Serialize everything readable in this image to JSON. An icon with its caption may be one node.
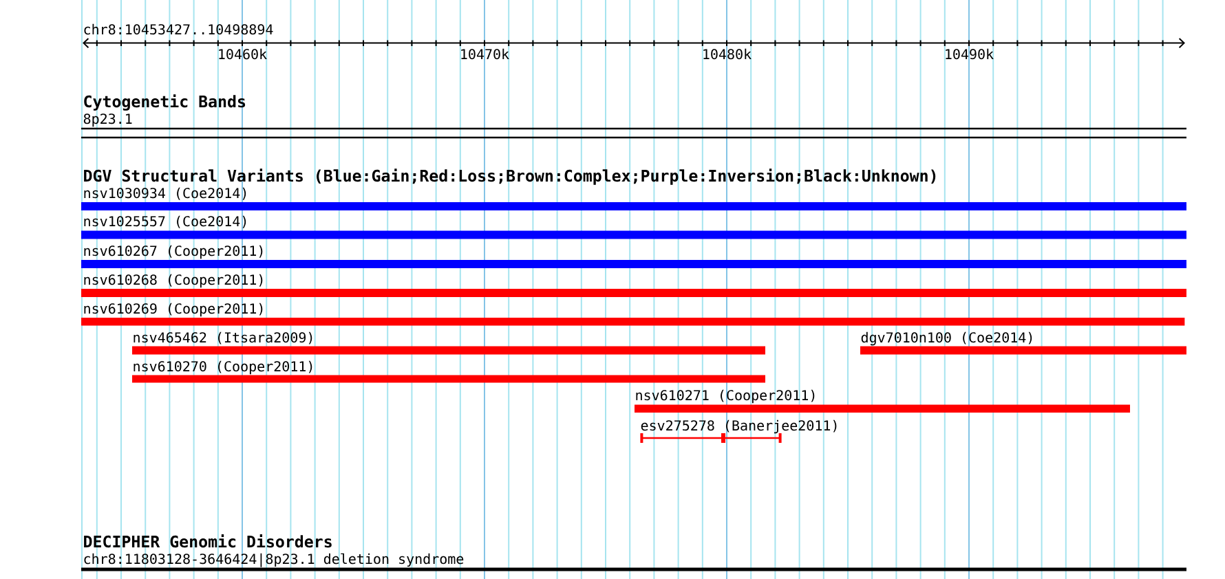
{
  "diagram": {
    "nodes": [
      {
        "text": [
          "8p23.1"
        ]
      },
      {
        "text": [
          "nsv1030934 (Coe2014)"
        ]
      },
      {
        "text": [
          "nsv1025557 (Coe2014)"
        ]
      },
      {
        "text": [
          "nsv610267 (Cooper2011)"
        ]
      },
      {
        "text": [
          "nsv610268 (Cooper2011)"
        ]
      },
      {
        "text": [
          "nsv610269 (Cooper2011)"
        ]
      },
      {
        "text": [
          "nsv465462 (Itsara2009)"
        ]
      },
      {
        "text": [
          "dgv7010n100 (Coe2014)"
        ]
      },
      {
        "text": [
          "nsv610270 (Cooper2011)"
        ]
      },
      {
        "text": [
          "nsv610271 (Cooper2011)"
        ]
      },
      {
        "text": [
          "esv275278 (Banerjee2011)"
        ]
      },
      {
        "text": [
          "chr8:11803128-3646424|8p23.1 deletion syndrome"
        ]
      }
    ],
    "labels": [
      "chr8:10453427..10498894",
      "10460k",
      "10470k",
      "10480k",
      "10490k",
      "Cytogenetic Bands",
      "DGV Structural Variants (Blue:Gain;Red:Loss;Brown:Complex;Purple:Inversion;Black:Unknown)",
      "DECIPHER Genomic Disorders"
    ]
  }
}
